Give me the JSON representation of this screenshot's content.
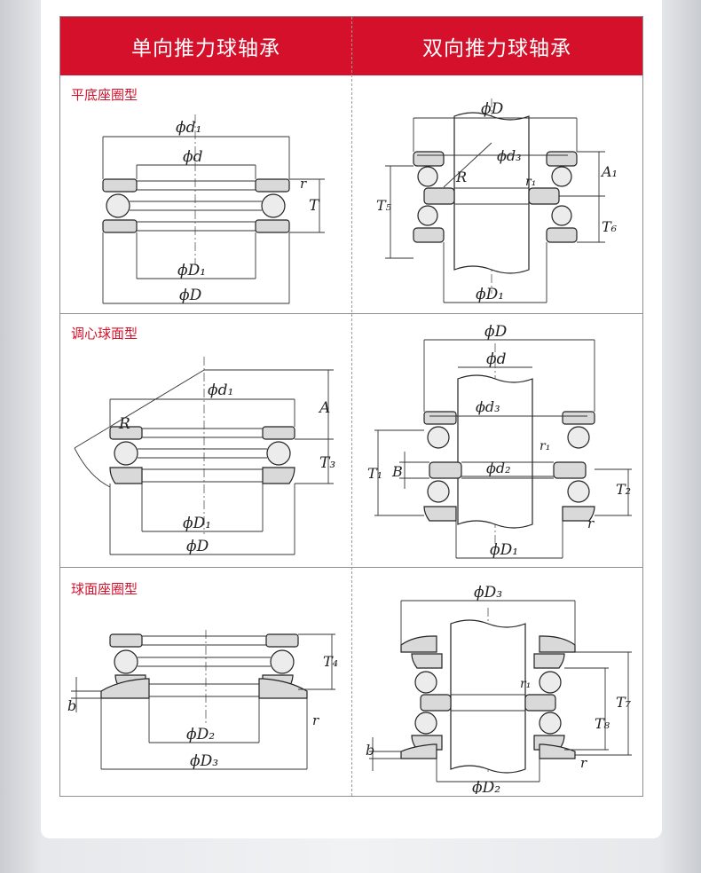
{
  "header": {
    "single_title": "单向推力球轴承",
    "double_title": "双向推力球轴承"
  },
  "rows": [
    {
      "label": "平底座圈型"
    },
    {
      "label": "调心球面型"
    },
    {
      "label": "球面座圈型"
    }
  ],
  "labels": {
    "d1": "ϕd₁",
    "d": "ϕd",
    "D1": "ϕD₁",
    "D": "ϕD",
    "D2": "ϕD₂",
    "D3": "ϕD₃",
    "d2": "ϕd₂",
    "d3": "ϕd₃",
    "r": "r",
    "r1": "r₁",
    "R": "R",
    "T": "T",
    "A": "A",
    "A1": "A₁",
    "B": "B",
    "b": "b",
    "T1": "T₁",
    "T2": "T₂",
    "T3": "T₃",
    "T4": "T₄",
    "T5": "T₅",
    "T6": "T₆",
    "T7": "T₇",
    "T8": "T₈"
  },
  "colors": {
    "accent": "#d5102a",
    "part_fill": "#d9d9d9"
  }
}
